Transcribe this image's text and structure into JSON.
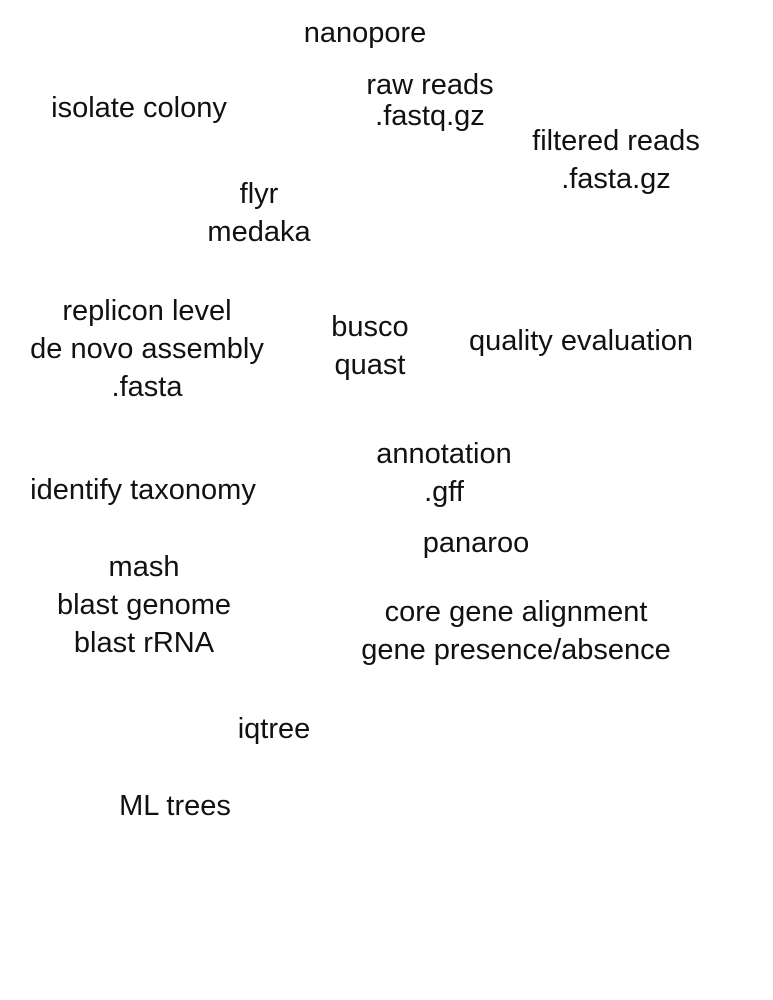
{
  "nodes": {
    "nanopore": {
      "lines": [
        "nanopore"
      ]
    },
    "raw_reads": {
      "lines": [
        "raw reads",
        ".fastq.gz"
      ]
    },
    "isolate_colony": {
      "lines": [
        "isolate colony"
      ]
    },
    "filtered_reads": {
      "lines": [
        "filtered reads",
        ".fasta.gz"
      ]
    },
    "flyr_medaka": {
      "lines": [
        "flyr",
        "medaka"
      ]
    },
    "assembly": {
      "lines": [
        "replicon level",
        "de novo assembly",
        ".fasta"
      ]
    },
    "busco_quast": {
      "lines": [
        "busco",
        "quast"
      ]
    },
    "quality_evaluation": {
      "lines": [
        "quality evaluation"
      ]
    },
    "annotation": {
      "lines": [
        "annotation",
        ".gff"
      ]
    },
    "identify_taxonomy": {
      "lines": [
        "identify taxonomy"
      ]
    },
    "panaroo": {
      "lines": [
        "panaroo"
      ]
    },
    "taxonomy_tools": {
      "lines": [
        "mash",
        "blast genome",
        "blast rRNA"
      ]
    },
    "pangenome_outputs": {
      "lines": [
        "core gene alignment",
        "gene presence/absence"
      ]
    },
    "iqtree": {
      "lines": [
        "iqtree"
      ]
    },
    "ml_trees": {
      "lines": [
        "ML trees"
      ]
    }
  }
}
